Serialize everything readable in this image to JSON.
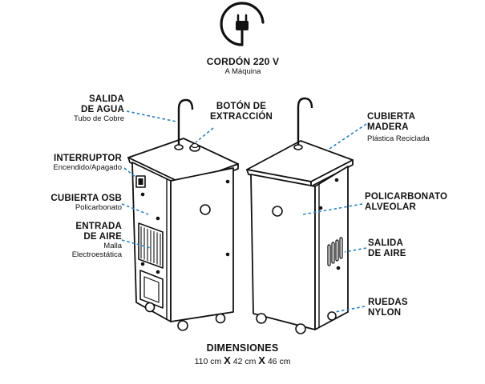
{
  "top": {
    "title": "CORDÓN 220 V",
    "subtitle": "A Máquina"
  },
  "labels": {
    "salida_agua": {
      "title_line1": "SALIDA",
      "title_line2": "DE AGUA",
      "sub": "Tubo de Cobre"
    },
    "boton": {
      "title_line1": "BOTÓN DE",
      "title_line2": "EXTRACCIÓN"
    },
    "interruptor": {
      "title": "INTERRUPTOR",
      "sub": "Encendido/Apagado"
    },
    "osb": {
      "title": "CUBIERTA OSB",
      "sub": "Policarbonato"
    },
    "entrada": {
      "title_line1": "ENTRADA",
      "title_line2": "DE AIRE",
      "sub_line1": "Malla",
      "sub_line2": "Electroestática"
    },
    "cubierta_madera": {
      "title_line1": "CUBIERTA",
      "title_line2": "MADERA",
      "sub": "Plástica Reciclada"
    },
    "policarbonato": {
      "title_line1": "POLICARBONATO",
      "title_line2": "ALVEOLAR"
    },
    "salida_aire": {
      "title_line1": "SALIDA",
      "title_line2": "DE AIRE"
    },
    "ruedas": {
      "title_line1": "RUEDAS",
      "title_line2": "NYLON"
    }
  },
  "dimensions": {
    "title": "DIMENSIONES",
    "d1": "110 cm",
    "x1": "X",
    "d2": "42 cm",
    "x2": "X",
    "d3": "46 cm"
  },
  "colors": {
    "line": "#111111",
    "leader": "#2a7fc0",
    "bg": "#ffffff"
  },
  "icons": {
    "plug": "plug-icon"
  }
}
